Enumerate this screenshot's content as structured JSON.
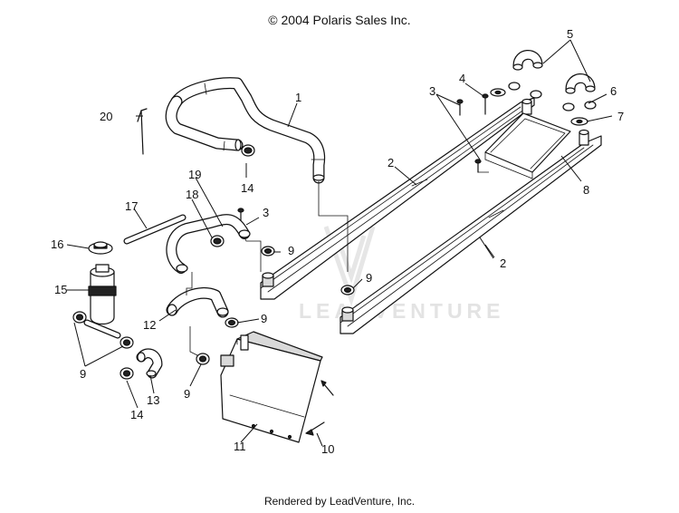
{
  "header": {
    "copyright": "© 2004 Polaris Sales Inc."
  },
  "footer": {
    "rendered_by": "Rendered by LeadVenture, Inc."
  },
  "watermark": {
    "text": "LEADVENTURE"
  },
  "callouts": [
    {
      "id": "c1",
      "label": "1"
    },
    {
      "id": "c2a",
      "label": "2"
    },
    {
      "id": "c2b",
      "label": "2"
    },
    {
      "id": "c3a",
      "label": "3"
    },
    {
      "id": "c3b",
      "label": "3"
    },
    {
      "id": "c4",
      "label": "4"
    },
    {
      "id": "c5",
      "label": "5"
    },
    {
      "id": "c6",
      "label": "6"
    },
    {
      "id": "c7",
      "label": "7"
    },
    {
      "id": "c8",
      "label": "8"
    },
    {
      "id": "c9a",
      "label": "9"
    },
    {
      "id": "c9b",
      "label": "9"
    },
    {
      "id": "c9c",
      "label": "9"
    },
    {
      "id": "c9d",
      "label": "9"
    },
    {
      "id": "c9e",
      "label": "9"
    },
    {
      "id": "c10",
      "label": "10"
    },
    {
      "id": "c11",
      "label": "11"
    },
    {
      "id": "c12",
      "label": "12"
    },
    {
      "id": "c13",
      "label": "13"
    },
    {
      "id": "c14a",
      "label": "14"
    },
    {
      "id": "c14b",
      "label": "14"
    },
    {
      "id": "c15",
      "label": "15"
    },
    {
      "id": "c16",
      "label": "16"
    },
    {
      "id": "c17",
      "label": "17"
    },
    {
      "id": "c18",
      "label": "18"
    },
    {
      "id": "c19",
      "label": "19"
    },
    {
      "id": "c20",
      "label": "20"
    }
  ]
}
